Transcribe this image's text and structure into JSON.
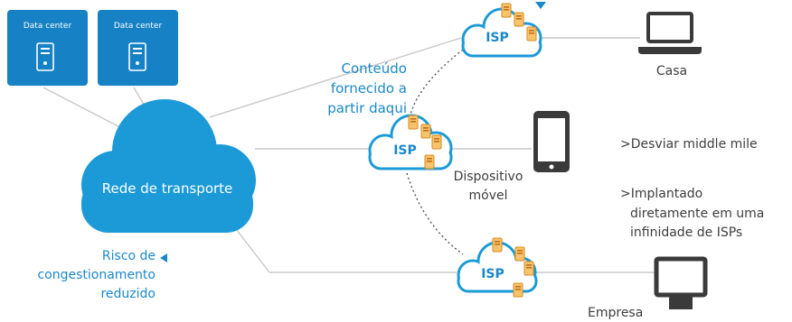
{
  "colors": {
    "accent": "#1a88c9",
    "cloud_fill": "#1b9ad7",
    "datacenter_fill": "#1681c4",
    "text_dark": "#3d3d3d",
    "line": "#c8c8c8",
    "server_orange": "#f2a43a"
  },
  "datacenters": [
    {
      "label": "Data center",
      "icon": "server-icon"
    },
    {
      "label": "Data center",
      "icon": "server-icon"
    }
  ],
  "transport_cloud": {
    "label": "Rede de transporte",
    "icon": "cloud-icon"
  },
  "isp_clouds": [
    {
      "label": "ISP",
      "icon": "cloud-icon"
    },
    {
      "label": "ISP",
      "icon": "cloud-icon"
    },
    {
      "label": "ISP",
      "icon": "cloud-icon"
    }
  ],
  "devices": [
    {
      "label": "Casa",
      "icon": "laptop-icon"
    },
    {
      "label_line1": "Dispositivo",
      "label_line2": "móvel",
      "icon": "mobile-icon"
    },
    {
      "label": "Empresa",
      "icon": "desktop-monitor-icon"
    }
  ],
  "annotations": {
    "content": {
      "line1": "Conteúdo",
      "line2": "fornecido a",
      "line3": "partir daqui"
    },
    "risk": {
      "line1": "Risco de",
      "line2": "congestionamento",
      "line3": "reduzido",
      "icon": "arrow-left-icon"
    }
  },
  "bullets": [
    {
      "line1": ">Desviar middle mile"
    },
    {
      "line1": ">Implantado",
      "line2": "diretamente em uma",
      "line3": "infinidade de ISPs"
    }
  ]
}
